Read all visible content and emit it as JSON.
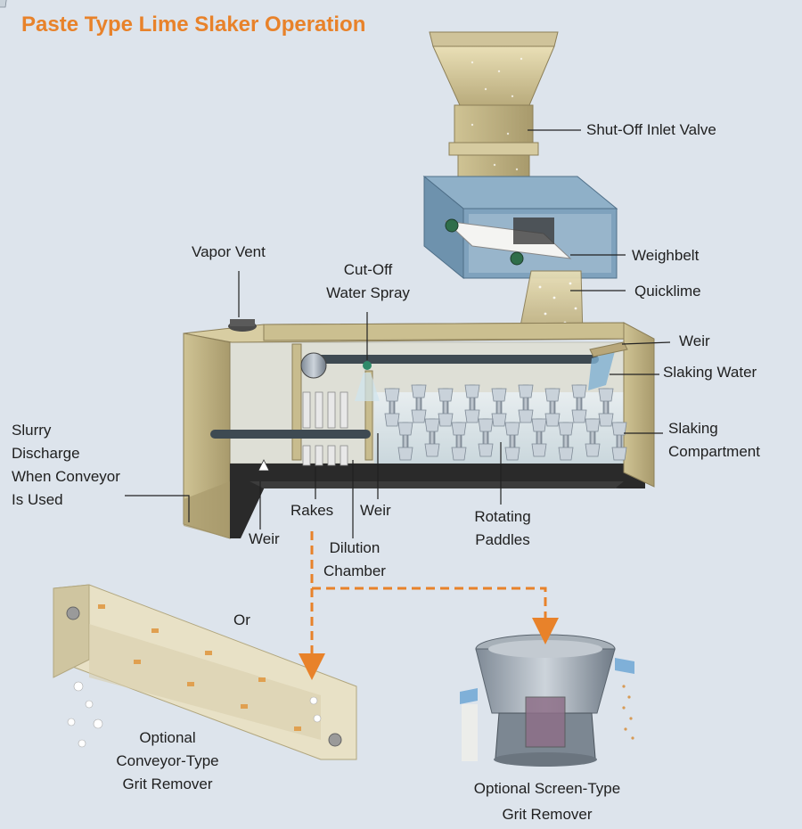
{
  "title": "Paste Type Lime Slaker Operation",
  "colors": {
    "title": "#e8822a",
    "flow_arrow": "#e8822a",
    "background": "#dde4ec"
  },
  "labels": {
    "shut_off_inlet_valve": "Shut-Off Inlet Valve",
    "vapor_vent": "Vapor Vent",
    "cut_off_water_spray": [
      "Cut-Off",
      "Water Spray"
    ],
    "weighbelt": "Weighbelt",
    "quicklime": "Quicklime",
    "weir_top": "Weir",
    "slaking_water": "Slaking Water",
    "slaking_compartment": [
      "Slaking",
      "Compartment"
    ],
    "slurry_discharge": [
      "Slurry",
      "Discharge",
      "When Conveyor",
      "Is Used"
    ],
    "rakes": "Rakes",
    "weir_middle": "Weir",
    "weir_left": "Weir",
    "dilution_chamber": [
      "Dilution",
      "Chamber"
    ],
    "rotating_paddles": [
      "Rotating",
      "Paddles"
    ],
    "or": "Or",
    "optional_conveyor": [
      "Optional",
      "Conveyor-Type",
      "Grit Remover"
    ],
    "optional_screen": [
      "Optional Screen-Type",
      "Grit Remover"
    ]
  }
}
